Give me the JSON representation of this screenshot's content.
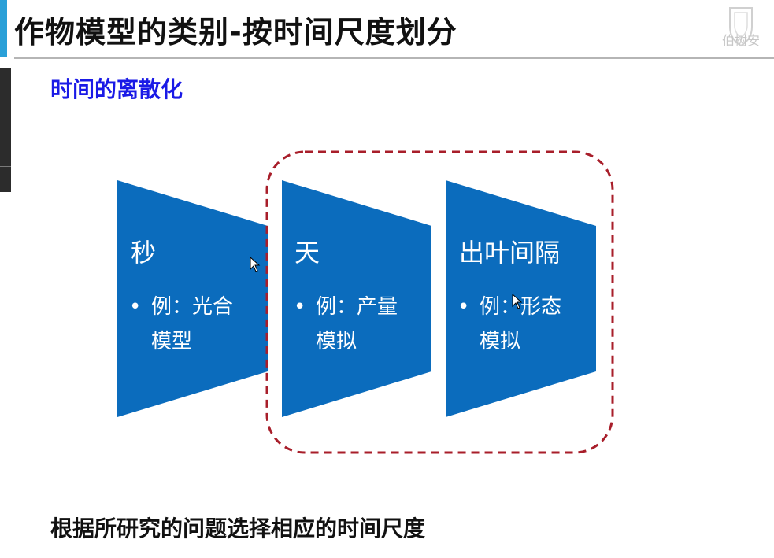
{
  "slide": {
    "title": "作物模型的类别-按时间尺度划分",
    "subtitle": "时间的离散化",
    "footer": "根据所研究的问题选择相应的时间尺度",
    "logo_text": "伯树安"
  },
  "shapes": [
    {
      "title": "秒",
      "bullet_line1": "例：光合",
      "bullet_line2": "模型",
      "bullet_symbol": "•"
    },
    {
      "title": "天",
      "bullet_line1": "例：产量",
      "bullet_line2": "模拟",
      "bullet_symbol": "•"
    },
    {
      "title": "出叶间隔",
      "bullet_line1": "例：形态",
      "bullet_line2": "模拟",
      "bullet_symbol": "•"
    }
  ],
  "colors": {
    "shape_fill": "#0b6cbd",
    "title_accent": "#2aa0d8",
    "subtitle": "#1a1ae6",
    "dashed_frame": "#a81e2a"
  }
}
